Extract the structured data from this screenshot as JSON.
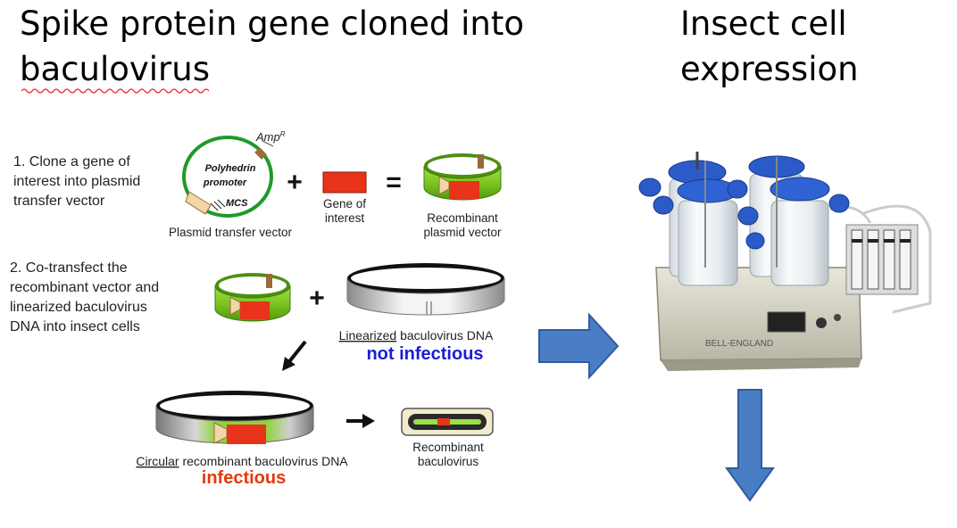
{
  "title_left": [
    "Spike protein gene cloned into",
    "baculovirus"
  ],
  "title_right": [
    "Insect cell",
    "expression"
  ],
  "step1": "1. Clone a gene of\ninterest into plasmid\ntransfer vector",
  "step2": "2. Co-transfect the\nrecombinant vector and\nlinearized baculovirus\nDNA into insect cells",
  "plasmid": {
    "amp": "Amp",
    "amp_sup": "R",
    "promoter": "Polyhedrin\npromoter",
    "mcs": "MCS",
    "caption": "Plasmid transfer vector"
  },
  "gene_caption": "Gene of\ninterest",
  "recombinant_plasmid_caption": "Recombinant\nplasmid vector",
  "linearized": {
    "underlined": "Linearized",
    "rest": " baculovirus DNA",
    "status": "not infectious"
  },
  "circular": {
    "underlined": "Circular",
    "rest": " recombinant  baculovirus DNA",
    "status": "infectious"
  },
  "recombinant_baculovirus_caption": "Recombinant\nbaculovirus",
  "operators": {
    "plus": "+",
    "equals": "="
  },
  "bioreactor_label": "BELL-ENGLAND",
  "colors": {
    "green": "#7cc520",
    "red": "#e8341a",
    "blue_arrow": "#4a7ec4",
    "infectious": "#e03b0c",
    "not_infectious": "#1c1cd6"
  }
}
